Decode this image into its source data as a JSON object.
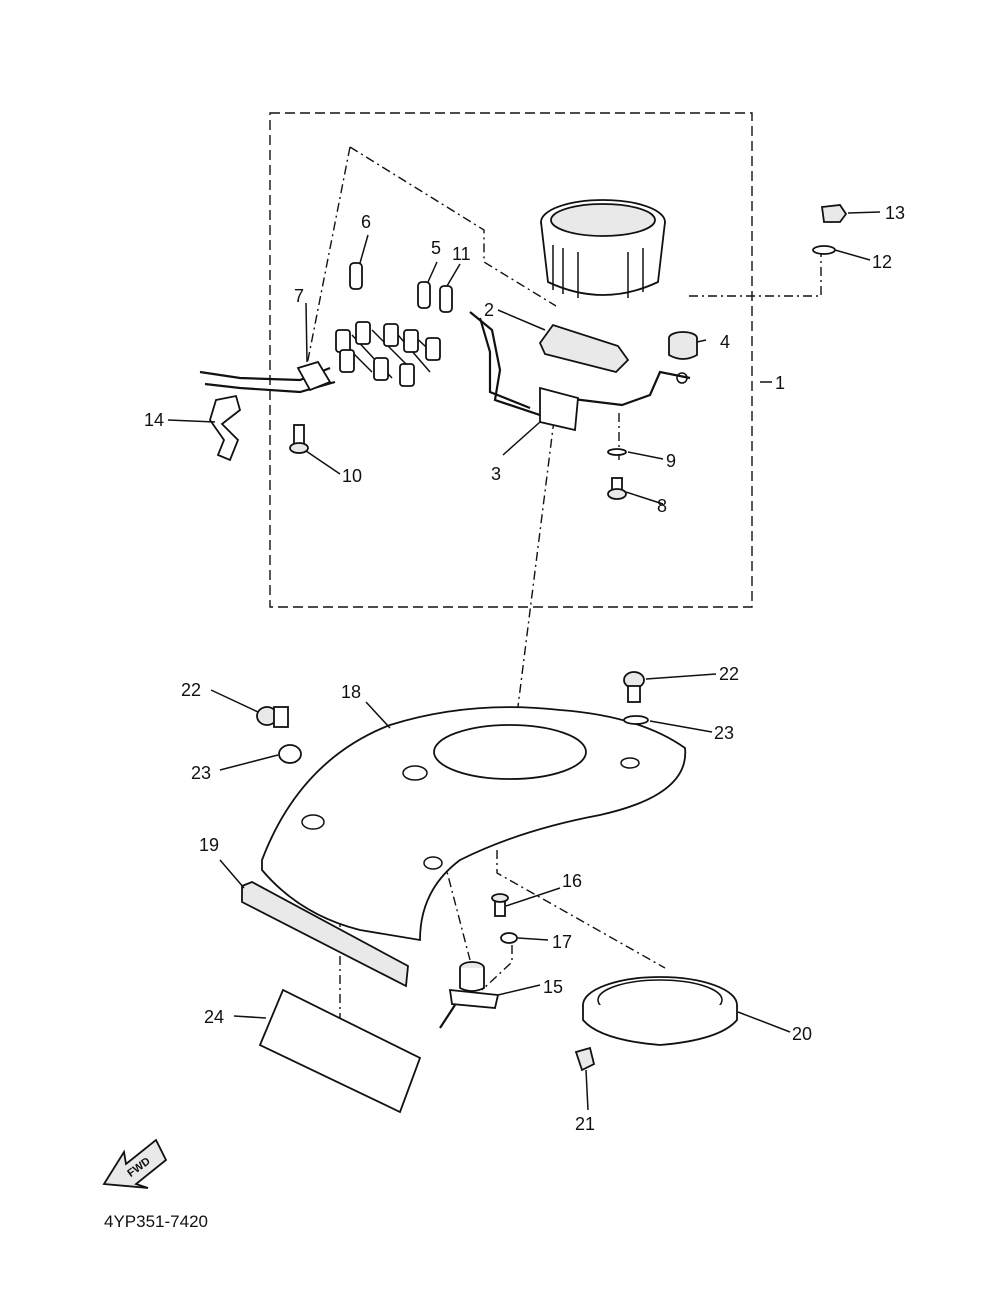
{
  "drawing_code": "4YP351-7420",
  "fwd_text": "FWD",
  "callouts": [
    "1",
    "2",
    "3",
    "4",
    "5",
    "6",
    "7",
    "8",
    "9",
    "10",
    "11",
    "12",
    "13",
    "14",
    "15",
    "16",
    "17",
    "18",
    "19",
    "20",
    "21",
    "22",
    "22",
    "23",
    "23",
    "24"
  ]
}
